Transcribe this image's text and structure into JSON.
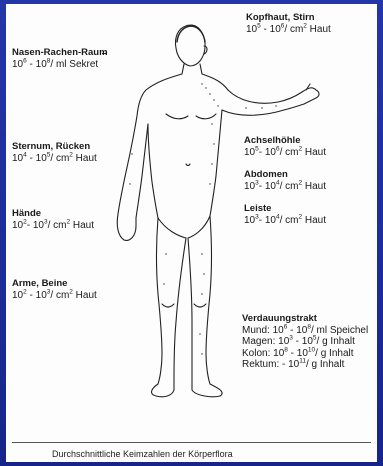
{
  "labels": {
    "scalp": {
      "title": "Kopfhaut, Stirn",
      "e1": "5",
      "mid": " - 10",
      "e2": "6",
      "unit": "/ cm",
      "sq": "2",
      "tail": " Haut"
    },
    "nasopharynx": {
      "title": "Nasen-Rachen-Raum",
      "e1": "6",
      "mid": " - 10",
      "e2": "8",
      "unit": "/ ml Sekret"
    },
    "armpit": {
      "title": "Achselhöhle",
      "e1": "5",
      "mid": "- 10",
      "e2": "6",
      "unit": "/ cm",
      "sq": "2",
      "tail": " Haut"
    },
    "sternum": {
      "title": "Sternum, Rücken",
      "e1": "4",
      "mid": " - 10",
      "e2": "5",
      "unit": "/ cm",
      "sq": "2",
      "tail": " Haut"
    },
    "abdomen": {
      "title": "Abdomen",
      "e1": "3",
      "mid": "- 10",
      "e2": "4",
      "unit": "/ cm",
      "sq": "2",
      "tail": " Haut"
    },
    "groin": {
      "title": "Leiste",
      "e1": "3",
      "mid": "- 10",
      "e2": "4",
      "unit": "/ cm",
      "sq": "2",
      "tail": " Haut"
    },
    "hands": {
      "title": "Hände",
      "e1": "2",
      "mid": "- 10",
      "e2": "3",
      "unit": "/ cm",
      "sq": "2",
      "tail": " Haut"
    },
    "arms_legs": {
      "title": "Arme, Beine",
      "e1": "2",
      "mid": " - 10",
      "e2": "3",
      "unit": "/ cm",
      "sq": "2",
      "tail": " Haut"
    },
    "digestive": {
      "title": "Verdauungstrakt",
      "mouth": {
        "pre": "Mund: 10",
        "e1": "6",
        "mid": " - 10",
        "e2": "8",
        "unit": "/ ml Speichel"
      },
      "stomach": {
        "pre": "Magen: 10",
        "e1": "3",
        "mid": " - 10",
        "e2": "5",
        "unit": "/ g Inhalt"
      },
      "colon": {
        "pre": "Kolon: 10",
        "e1": "8",
        "mid": " - 10",
        "e2": "10",
        "unit": "/ g Inhalt"
      },
      "rectum": {
        "pre": "Rektum: - 10",
        "e2": "11",
        "unit": "/ g Inhalt"
      }
    }
  },
  "caption": "Durchschnittliche Keimzahlen der Körperflora",
  "colors": {
    "background": "#1a2a8c",
    "sheet": "#fdfdfd",
    "ink": "#1a1a1a"
  }
}
